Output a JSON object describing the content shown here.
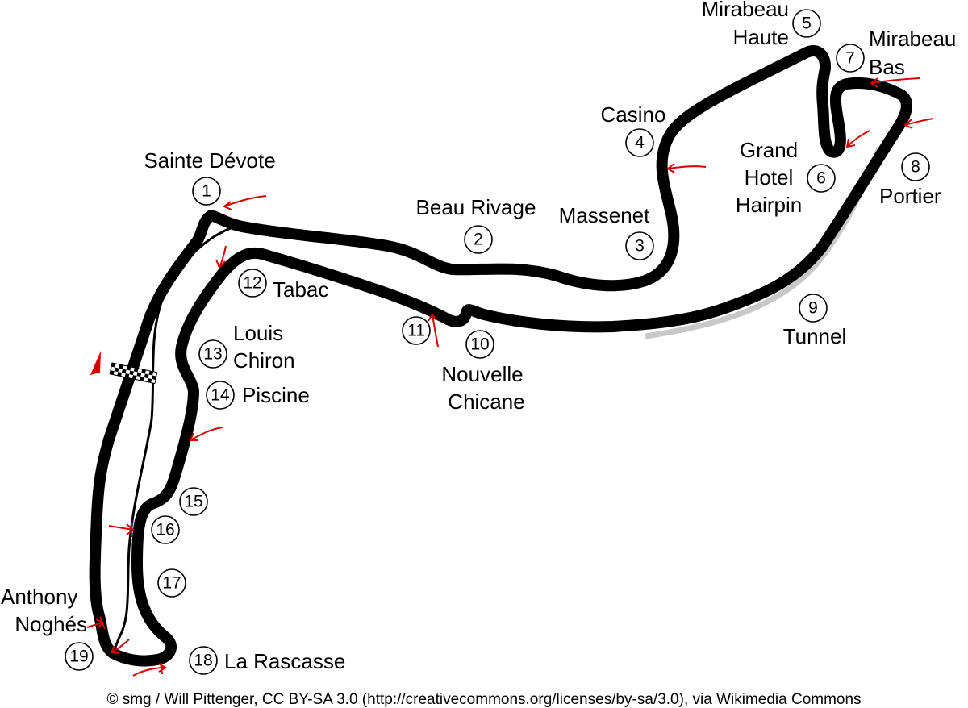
{
  "corners": [
    {
      "number": "1",
      "name_lines": [
        "Sainte Dévote"
      ]
    },
    {
      "number": "2",
      "name_lines": [
        "Beau Rivage"
      ]
    },
    {
      "number": "3",
      "name_lines": [
        "Massenet"
      ]
    },
    {
      "number": "4",
      "name_lines": [
        "Casino"
      ]
    },
    {
      "number": "5",
      "name_lines": [
        "Mirabeau",
        "Haute"
      ]
    },
    {
      "number": "6",
      "name_lines": [
        "Grand",
        "Hotel",
        "Hairpin"
      ]
    },
    {
      "number": "7",
      "name_lines": [
        "Mirabeau",
        "Bas"
      ]
    },
    {
      "number": "8",
      "name_lines": [
        "Portier"
      ]
    },
    {
      "number": "9",
      "name_lines": [
        "Tunnel"
      ]
    },
    {
      "number": "10",
      "name_lines": [
        "Nouvelle",
        "Chicane"
      ]
    },
    {
      "number": "11",
      "name_lines": []
    },
    {
      "number": "12",
      "name_lines": [
        "Tabac"
      ]
    },
    {
      "number": "13",
      "name_lines": [
        "Louis",
        "Chiron"
      ]
    },
    {
      "number": "14",
      "name_lines": [
        "Piscine"
      ]
    },
    {
      "number": "15",
      "name_lines": []
    },
    {
      "number": "16",
      "name_lines": []
    },
    {
      "number": "17",
      "name_lines": []
    },
    {
      "number": "18",
      "name_lines": [
        "La Rascasse"
      ]
    },
    {
      "number": "19",
      "name_lines": [
        "Anthony",
        "Noghés"
      ]
    }
  ],
  "caption": "© smg / Will Pittenger, CC BY-SA 3.0 (http://creativecommons.org/licenses/by-sa/3.0), via Wikimedia Commons",
  "colors": {
    "track": "#000000",
    "tunnel": "#c8c8c8",
    "arrows": "#d40000"
  }
}
